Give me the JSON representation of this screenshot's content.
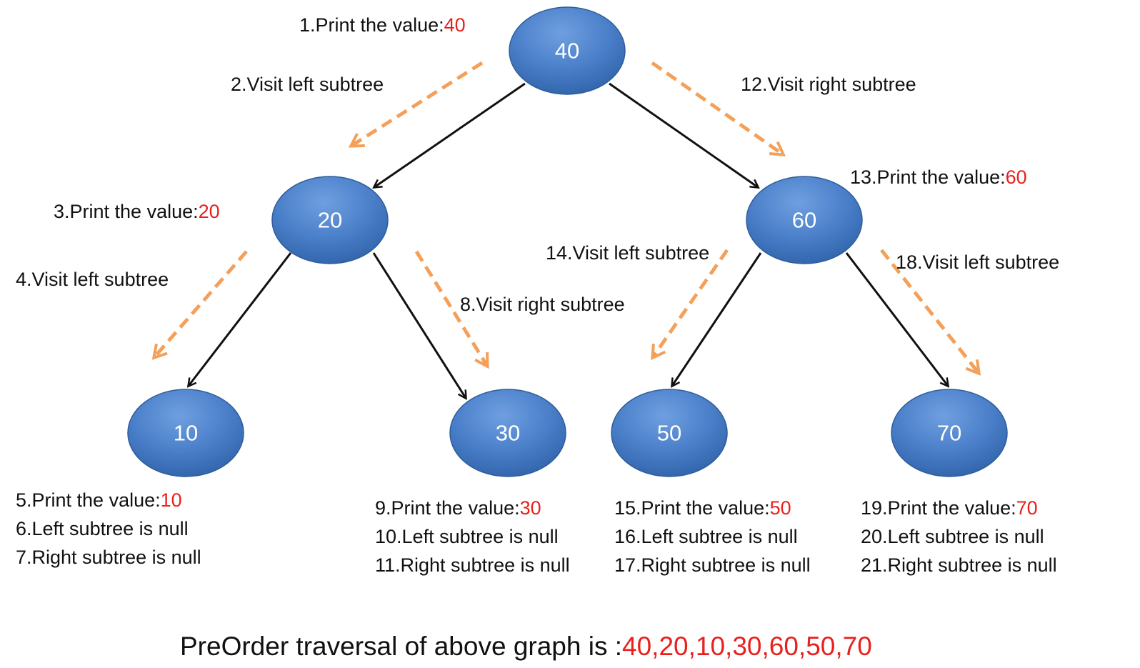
{
  "colors": {
    "node_fill": "#4a7fc9",
    "node_stroke": "#2f5d9b",
    "edge": "#111111",
    "traversal_arrow": "#f4a05a",
    "highlight_value": "#e8201e",
    "text": "#111111"
  },
  "nodes": {
    "n40": "40",
    "n20": "20",
    "n60": "60",
    "n10": "10",
    "n30": "30",
    "n50": "50",
    "n70": "70"
  },
  "steps": {
    "s1": {
      "text": "1.Print the value:",
      "value": "40"
    },
    "s2": "2.Visit left subtree",
    "s3": {
      "text": "3.Print the value:",
      "value": "20"
    },
    "s4": "4.Visit left subtree",
    "s5": {
      "text": "5.Print the value:",
      "value": "10"
    },
    "s6": "6.Left  subtree is null",
    "s7": "7.Right subtree is null",
    "s8": "8.Visit right subtree",
    "s9": {
      "text": "9.Print the value:",
      "value": "30"
    },
    "s10": "10.Left  subtree is null",
    "s11": "11.Right subtree  is null",
    "s12": "12.Visit right subtree",
    "s13": {
      "text": "13.Print the value:",
      "value": "60"
    },
    "s14": "14.Visit left subtree",
    "s15": {
      "text": "15.Print the value:",
      "value": "50"
    },
    "s16": "16.Left  subtree is null",
    "s17": "17.Right subtree  is null",
    "s18": "18.Visit left subtree",
    "s19": {
      "text": "19.Print the value:",
      "value": "70"
    },
    "s20": "20.Left  subtree is null",
    "s21": "21.Right subtree  is null"
  },
  "caption": {
    "text": "PreOrder traversal of above graph is :",
    "value": "40,20,10,30,60,50,70"
  }
}
